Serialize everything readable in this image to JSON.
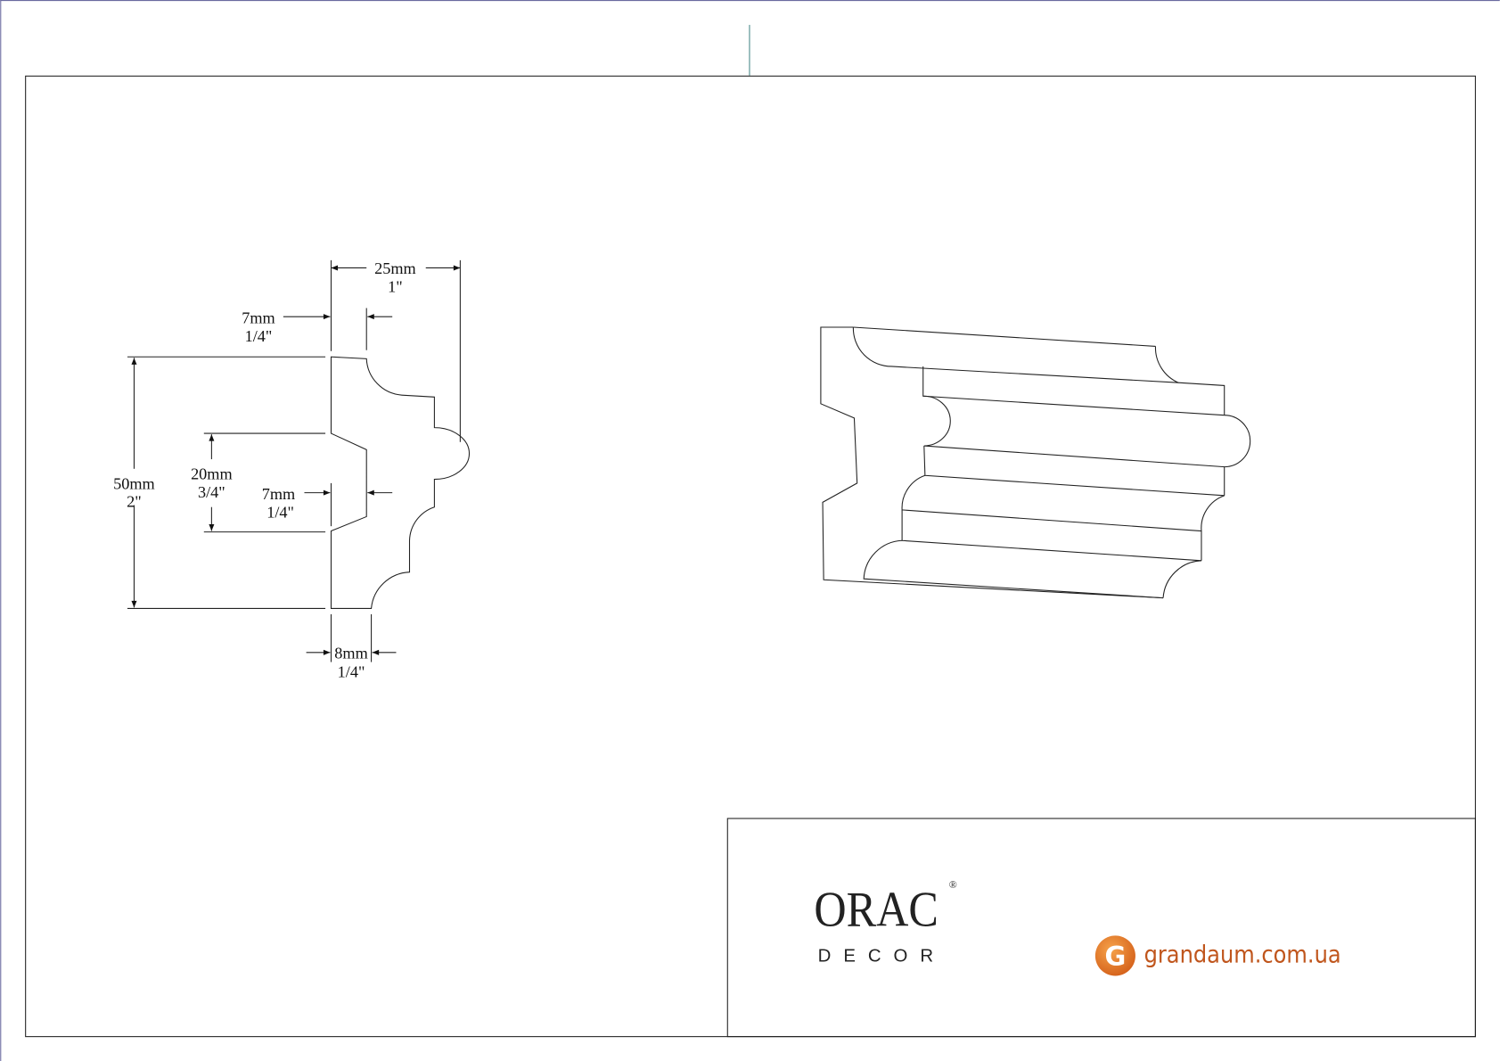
{
  "drawing": {
    "dimensions": {
      "width_total": {
        "mm": "25mm",
        "inch": "1\""
      },
      "top_offset": {
        "mm": "7mm",
        "inch": "1/4\""
      },
      "height_total": {
        "mm": "50mm",
        "inch": "2\""
      },
      "groove_height": {
        "mm": "20mm",
        "inch": "3/4\""
      },
      "groove_depth": {
        "mm": "7mm",
        "inch": "1/4\""
      },
      "bottom_offset": {
        "mm": "8mm",
        "inch": "1/4\""
      }
    }
  },
  "title_block": {
    "brand_logo": {
      "name": "ORAC",
      "sub": "DECOR",
      "mark": "®"
    },
    "dealer_logo": {
      "letter": "G",
      "url": "grandaum.com.ua"
    }
  },
  "colors": {
    "dealer_orange": "#e07a1f",
    "frame_line": "#333333",
    "accent_line": "#4a8a8a"
  }
}
